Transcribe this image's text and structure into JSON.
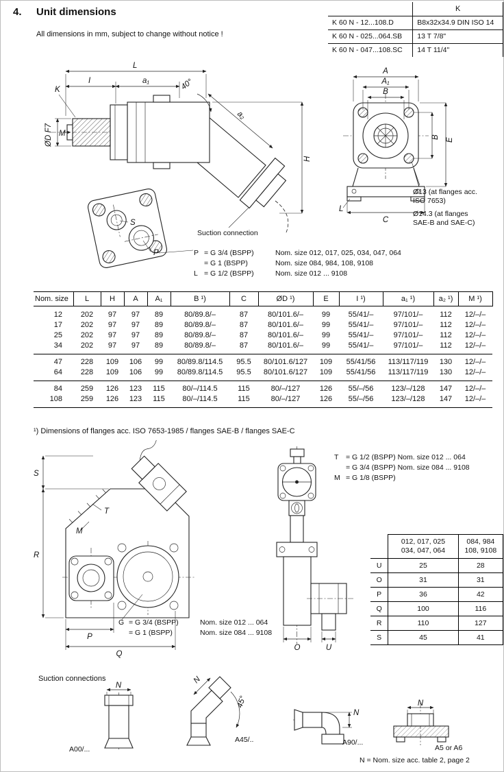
{
  "page": {
    "section_number": "4.",
    "title": "Unit dimensions",
    "note": "All dimensions in mm, subject to change without notice !"
  },
  "shaft_table": {
    "k_header": "K",
    "rows": [
      [
        "K 60 N - 12...108.D",
        "B8x32x34.9 DIN ISO 14"
      ],
      [
        "K 60 N - 025...064.SB",
        "13 T 7/8\""
      ],
      [
        "K 60 N - 047...108.SC",
        "14 T 11/4\""
      ]
    ]
  },
  "side_view": {
    "dim_L": "L",
    "dim_I": "I",
    "dim_a1": "a₁",
    "dim_angle": "40°",
    "dim_K": "K",
    "dim_M": "M",
    "dim_dD": "ØD F7",
    "dim_a2": "a₂",
    "dim_H": "H",
    "suction_label": "Suction connection",
    "port_S": "S",
    "port_P": "P"
  },
  "front_view": {
    "dim_A": "A",
    "dim_A1": "A₁",
    "dim_B_top": "B",
    "dim_B_side": "B",
    "dim_E": "E",
    "dim_C": "C",
    "dim_L": "L",
    "note_d13": "Ø13 (at flanges acc.\nISO 7653)",
    "note_d14": "Ø14.3 (at flanges\nSAE-B and SAE-C)"
  },
  "port_legend": {
    "rows": [
      [
        "P",
        "= G 3/4 (BSPP)",
        "Nom. size 012, 017, 025, 034, 047, 064"
      ],
      [
        "",
        "= G 1 (BSPP)",
        "Nom. size 084, 984, 108, 9108"
      ],
      [
        "L",
        "= G 1/2 (BSPP)",
        "Nom. size 012 ... 9108"
      ]
    ]
  },
  "main_table": {
    "columns": [
      "Nom. size",
      "L",
      "H",
      "A",
      "A₁",
      "B ¹)",
      "C",
      "ØD ¹)",
      "E",
      "I ¹)",
      "a₁ ¹)",
      "a₂ ¹)",
      "M ¹)"
    ],
    "rows": [
      [
        "12",
        "202",
        "97",
        "97",
        "89",
        "80/89.8/–",
        "87",
        "80/101.6/–",
        "99",
        "55/41/–",
        "97/101/–",
        "112",
        "12/–/–"
      ],
      [
        "17",
        "202",
        "97",
        "97",
        "89",
        "80/89.8/–",
        "87",
        "80/101.6/–",
        "99",
        "55/41/–",
        "97/101/–",
        "112",
        "12/–/–"
      ],
      [
        "25",
        "202",
        "97",
        "97",
        "89",
        "80/89.8/–",
        "87",
        "80/101.6/–",
        "99",
        "55/41/–",
        "97/101/–",
        "112",
        "12/–/–"
      ],
      [
        "34",
        "202",
        "97",
        "97",
        "89",
        "80/89.8/–",
        "87",
        "80/101.6/–",
        "99",
        "55/41/–",
        "97/101/–",
        "112",
        "12/–/–"
      ],
      [
        "47",
        "228",
        "109",
        "106",
        "99",
        "80/89.8/114.5",
        "95.5",
        "80/101.6/127",
        "109",
        "55/41/56",
        "113/117/119",
        "130",
        "12/–/–"
      ],
      [
        "64",
        "228",
        "109",
        "106",
        "99",
        "80/89.8/114.5",
        "95.5",
        "80/101.6/127",
        "109",
        "55/41/56",
        "113/117/119",
        "130",
        "12/–/–"
      ],
      [
        "84",
        "259",
        "126",
        "123",
        "115",
        "80/–/114.5",
        "115",
        "80/–/127",
        "126",
        "55/–/56",
        "123/–/128",
        "147",
        "12/–/–"
      ],
      [
        "108",
        "259",
        "126",
        "123",
        "115",
        "80/–/114.5",
        "115",
        "80/–/127",
        "126",
        "55/–/56",
        "123/–/128",
        "147",
        "12/–/–"
      ]
    ],
    "group_starts": [
      4,
      6
    ]
  },
  "footnote": "¹) Dimensions of flanges acc. ISO 7653-1985 / flanges SAE-B / flanges SAE-C",
  "tm_legend": {
    "rows": [
      [
        "T",
        "= G 1/2 (BSPP) Nom. size 012 ...  064"
      ],
      [
        "",
        "= G 3/4 (BSPP) Nom. size 084 ... 9108"
      ],
      [
        "M",
        "= G 1/8 (BSPP)"
      ]
    ]
  },
  "g_legend": {
    "rows": [
      [
        "G",
        "= G 3/4 (BSPP)",
        "Nom. size 012 ... 064"
      ],
      [
        "",
        "= G 1 (BSPP)",
        "Nom. size 084 ... 9108"
      ]
    ]
  },
  "rear_view": {
    "dim_S": "S",
    "dim_T": "T",
    "dim_M": "M",
    "dim_R": "R",
    "dim_P": "P",
    "dim_Q": "Q"
  },
  "valve_view": {
    "dim_O": "O",
    "dim_U": "U"
  },
  "size_table": {
    "col_group_1": "012, 017, 025\n034, 047, 064",
    "col_group_2": "084, 984\n108, 9108",
    "rows": [
      [
        "U",
        "25",
        "28"
      ],
      [
        "O",
        "31",
        "31"
      ],
      [
        "P",
        "36",
        "42"
      ],
      [
        "Q",
        "100",
        "116"
      ],
      [
        "R",
        "110",
        "127"
      ],
      [
        "S",
        "45",
        "41"
      ]
    ]
  },
  "suction": {
    "title": "Suction connections",
    "dim_N": "N",
    "angle_45": "45°",
    "captions": [
      "A00/...",
      "A45/..",
      "A90/...",
      "A5 or A6"
    ],
    "note": "N = Nom. size acc. table 2, page 2"
  }
}
